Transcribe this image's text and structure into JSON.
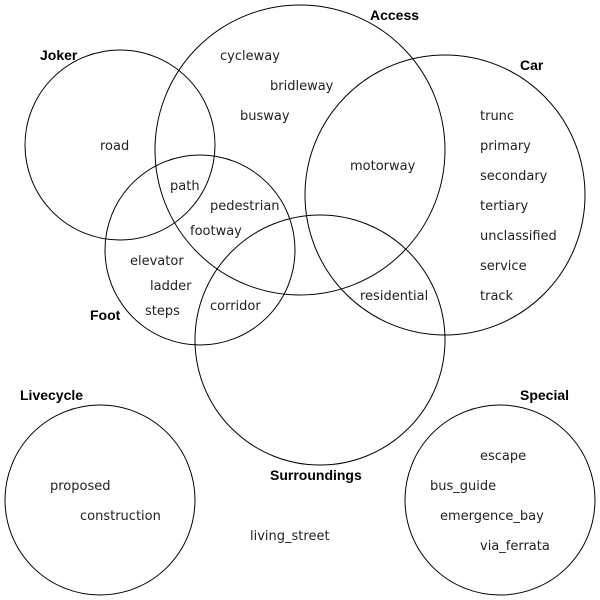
{
  "sets": {
    "access": "Access",
    "joker": "Joker",
    "car": "Car",
    "foot": "Foot",
    "surroundings": "Surroundings",
    "livecycle": "Livecycle",
    "special": "Special"
  },
  "items": {
    "cycleway": "cycleway",
    "bridleway": "bridleway",
    "busway": "busway",
    "road": "road",
    "motorway": "motorway",
    "path": "path",
    "pedestrian": "pedestrian",
    "footway": "footway",
    "elevator": "elevator",
    "ladder": "ladder",
    "steps": "steps",
    "corridor": "corridor",
    "residential": "residential",
    "trunc": "trunc",
    "primary": "primary",
    "secondary": "secondary",
    "tertiary": "tertiary",
    "unclassified": "unclassified",
    "service": "service",
    "track": "track",
    "proposed": "proposed",
    "construction": "construction",
    "living_street": "living_street",
    "escape": "escape",
    "bus_guide": "bus_guide",
    "emergence_bay": "emergence_bay",
    "via_ferrata": "via_ferrata"
  }
}
